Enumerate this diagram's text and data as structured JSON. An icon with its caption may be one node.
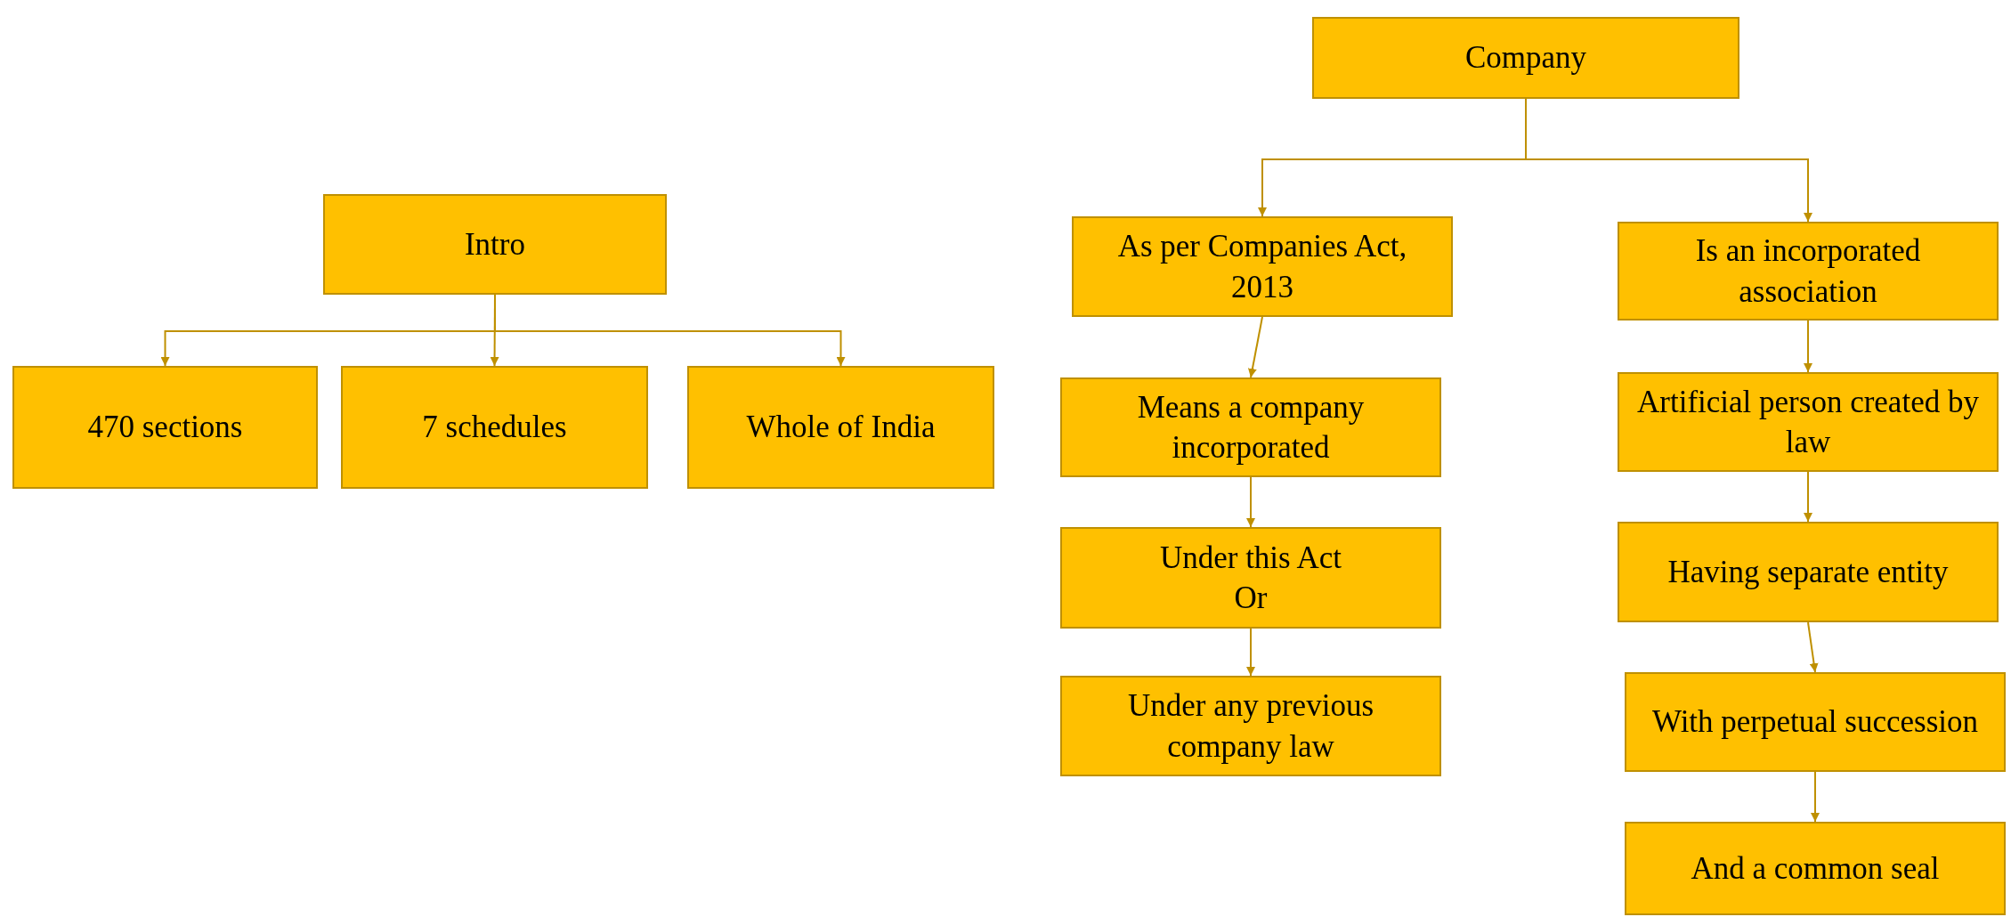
{
  "diagram": {
    "nodes": [
      {
        "text": [
          "Intro"
        ]
      },
      {
        "text": [
          "470 sections"
        ]
      },
      {
        "text": [
          "7 schedules"
        ]
      },
      {
        "text": [
          "Whole of India"
        ]
      },
      {
        "text": [
          "Company"
        ]
      },
      {
        "text": [
          "As per Companies Act, 2013"
        ]
      },
      {
        "text": [
          "Means a company incorporated"
        ]
      },
      {
        "text": [
          "Under this Act",
          "Or"
        ]
      },
      {
        "text": [
          "Under any previous company law"
        ]
      },
      {
        "text": [
          "Is an incorporated association"
        ]
      },
      {
        "text": [
          "Artificial person created by law"
        ]
      },
      {
        "text": [
          "Having separate entity"
        ]
      },
      {
        "text": [
          "With perpetual succession"
        ]
      },
      {
        "text": [
          "And a common seal"
        ]
      }
    ],
    "edges": [
      {
        "from": 0,
        "to": 1,
        "arrow": "to"
      },
      {
        "from": 0,
        "to": 2,
        "arrow": "to"
      },
      {
        "from": 0,
        "to": 3,
        "arrow": "to"
      },
      {
        "from": 4,
        "to": 5,
        "arrow": "to"
      },
      {
        "from": 4,
        "to": 9,
        "arrow": "to"
      },
      {
        "from": 5,
        "to": 6,
        "arrow": "to"
      },
      {
        "from": 6,
        "to": 7,
        "arrow": "to"
      },
      {
        "from": 7,
        "to": 8,
        "arrow": "to"
      },
      {
        "from": 9,
        "to": 10,
        "arrow": "to"
      },
      {
        "from": 10,
        "to": 11,
        "arrow": "to"
      },
      {
        "from": 11,
        "to": 12,
        "arrow": "to"
      },
      {
        "from": 12,
        "to": 13,
        "arrow": "to"
      }
    ]
  }
}
